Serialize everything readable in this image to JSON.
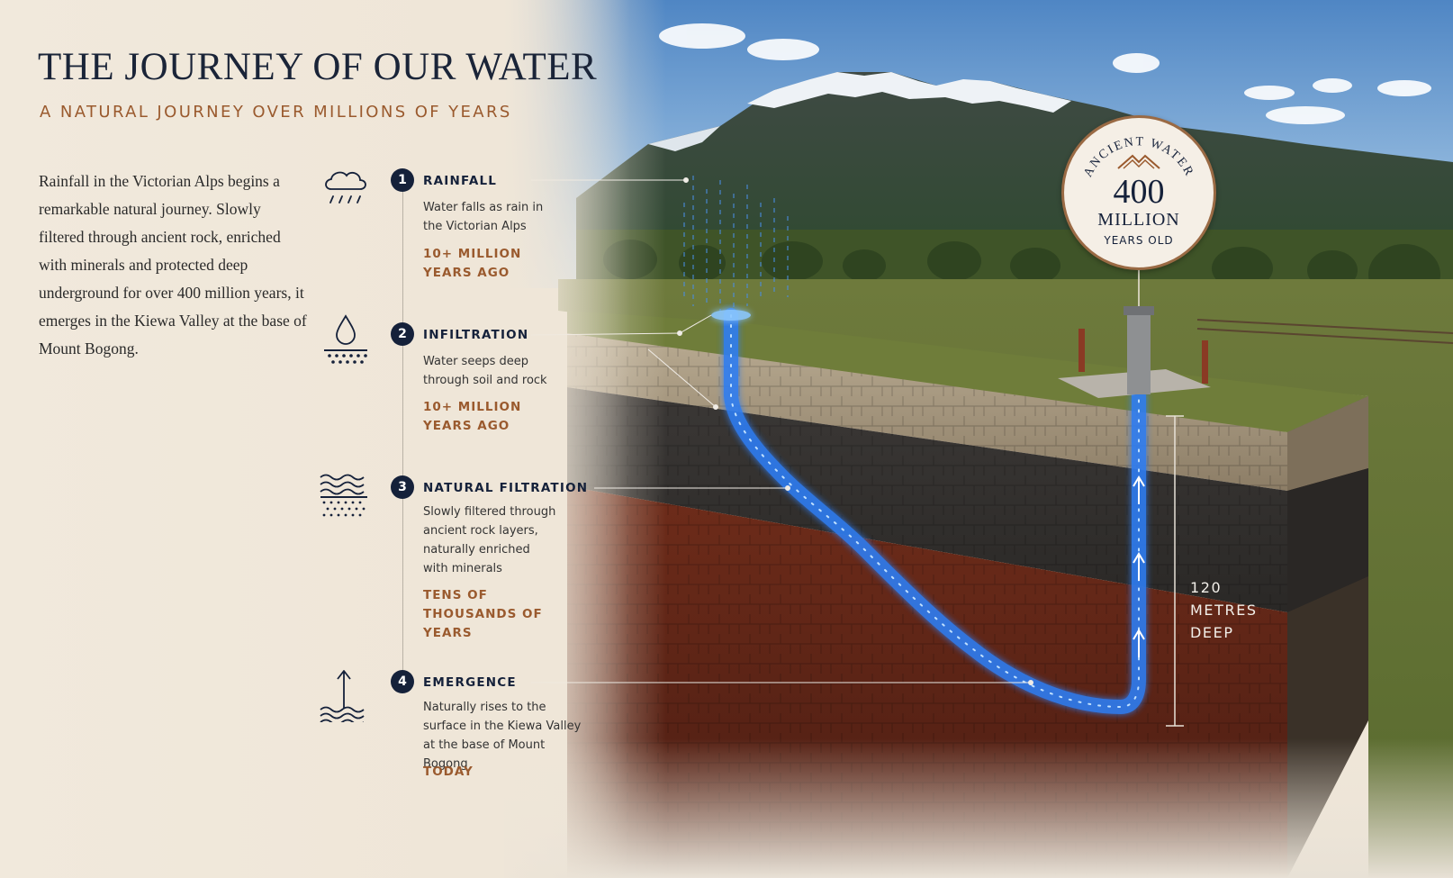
{
  "header": {
    "title": "THE JOURNEY OF OUR WATER",
    "subtitle": "A NATURAL JOURNEY OVER MILLIONS OF YEARS"
  },
  "intro": "Rainfall in the Victorian Alps begins a remarkable natural journey. Slowly filtered through ancient rock, enriched with minerals and protected deep underground for over 400 million years, it emerges in the Kiewa Valley at the base of Mount Bogong.",
  "steps": [
    {
      "number": "1",
      "title": "RAINFALL",
      "desc": "Water falls as rain in the Victorian Alps",
      "time": "10+ MILLION YEARS AGO",
      "icon": "rain-cloud-icon"
    },
    {
      "number": "2",
      "title": "INFILTRATION",
      "desc": "Water seeps deep through soil and rock",
      "time": "10+ MILLION YEARS AGO",
      "icon": "droplet-seepage-icon"
    },
    {
      "number": "3",
      "title": "NATURAL FILTRATION",
      "desc": "Slowly filtered through ancient rock layers, naturally enriched with minerals",
      "time": "TENS OF THOUSANDS OF YEARS",
      "icon": "filtration-waves-icon"
    },
    {
      "number": "4",
      "title": "EMERGENCE",
      "desc": "Naturally rises to the surface in the Kiewa Valley at the base of Mount Bogong",
      "time": "TODAY",
      "icon": "rising-water-icon"
    }
  ],
  "badge": {
    "arc_text": "ANCIENT WATER",
    "number": "400",
    "unit": "MILLION",
    "years": "YEARS OLD"
  },
  "depth": {
    "value": "120",
    "unit": "METRES",
    "word": "DEEP"
  },
  "colors": {
    "navy": "#15213a",
    "accent": "#9a5a2e",
    "water": "#3d8bff"
  }
}
